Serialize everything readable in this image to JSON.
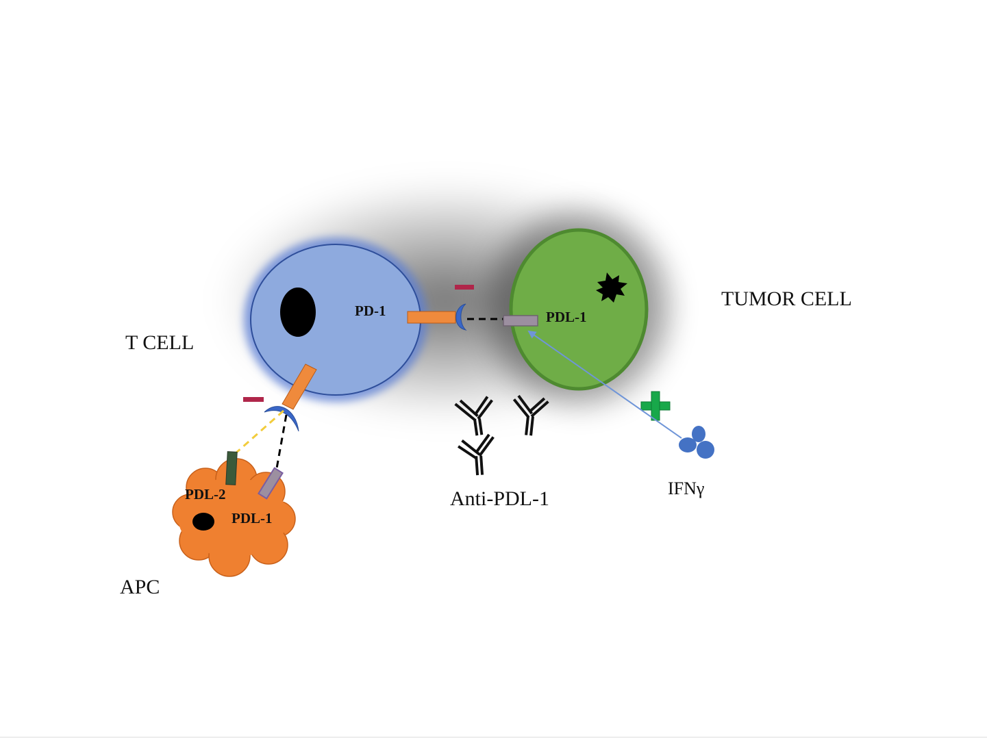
{
  "labels": {
    "t_cell": "T CELL",
    "tumor_cell": "TUMOR CELL",
    "apc": "APC",
    "pd1": "PD-1",
    "pdl1_tumor": "PDL-1",
    "pdl2_apc": "PDL-2",
    "pdl1_apc": "PDL-1",
    "anti_pdl1": "Anti-PDL-1",
    "ifng": "IFNγ"
  },
  "colors": {
    "t_cell_fill": "#8eaade",
    "t_cell_glow": "#5b7fd6",
    "tumor_fill": "#6fad47",
    "tumor_stroke": "#4e8a30",
    "apc_fill": "#ef8030",
    "receptor_orange": "#ef8a3c",
    "ligand_grey": "#9c8fa0",
    "ligand_purple": "#7a5ea0",
    "pdl2_green": "#3b5a3a",
    "inhibit_red": "#b0264a",
    "stimulate_green": "#18a84a",
    "ifng_blue": "#4472c4",
    "arrow_blue": "#6f95d8"
  },
  "signals": {
    "inhibit": "−",
    "stimulate": "+"
  }
}
